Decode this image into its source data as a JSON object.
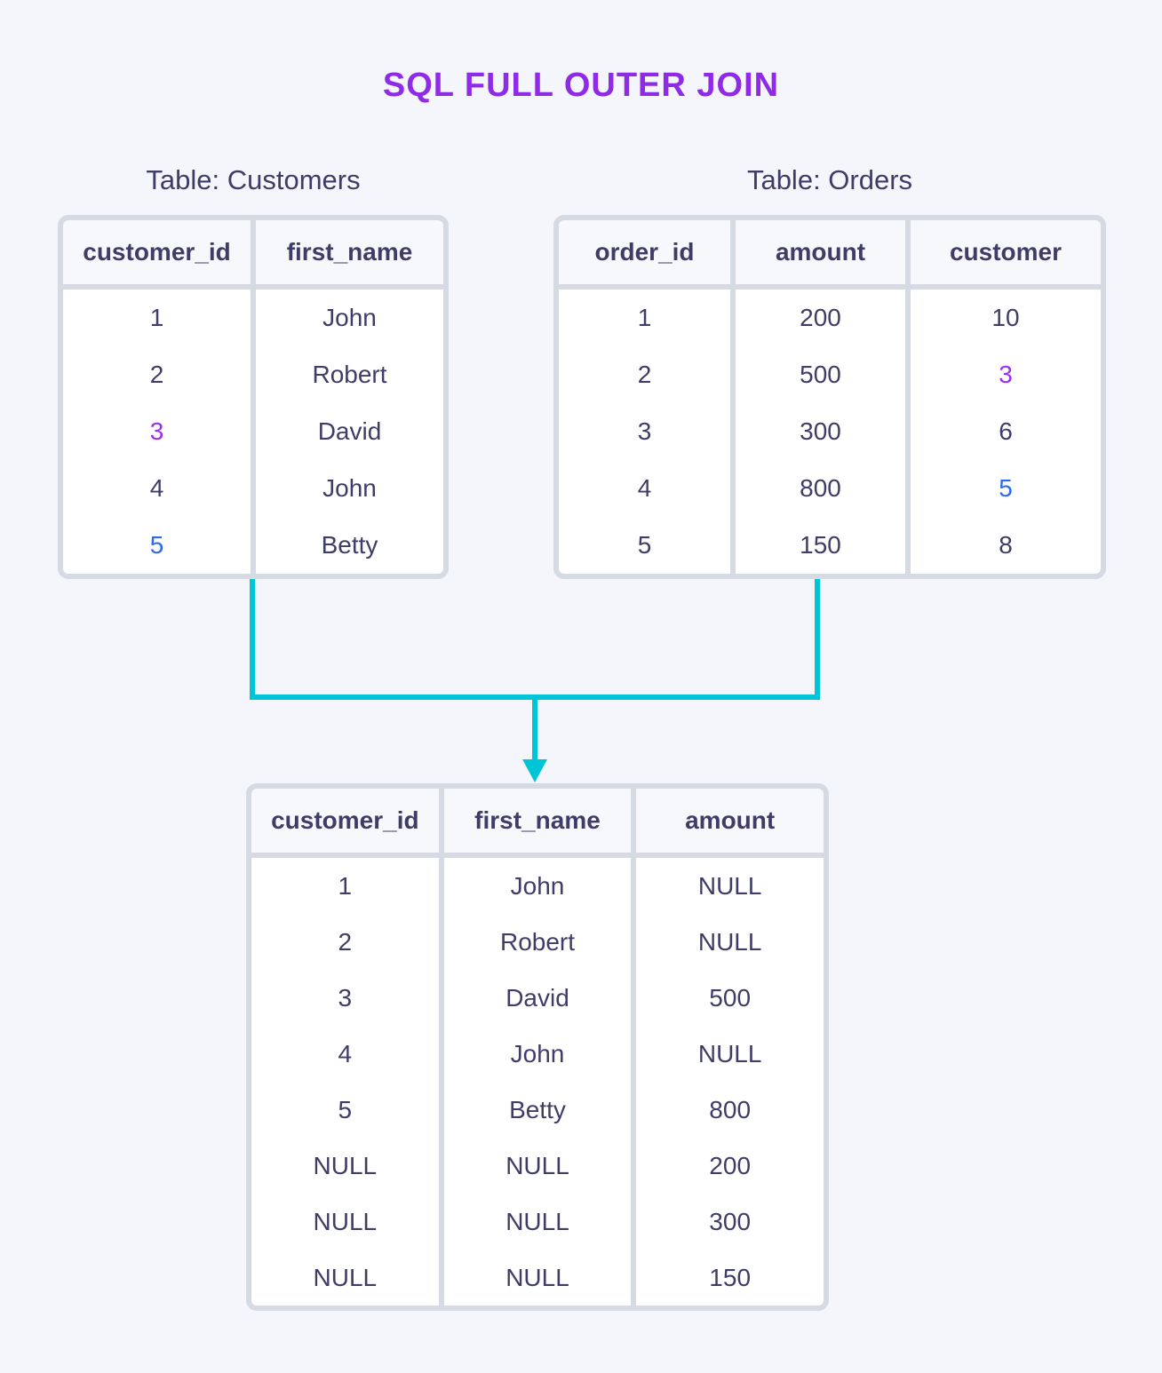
{
  "title": "SQL FULL OUTER JOIN",
  "colors": {
    "title": "#8F2BE8",
    "text": "#3F3D67",
    "highlight_purple": "#9C2DF2",
    "highlight_blue": "#2E68F6",
    "connector": "#00C5D6",
    "table_border": "#D5DAE3"
  },
  "tables": {
    "customers": {
      "caption": "Table: Customers",
      "headers": [
        "customer_id",
        "first_name"
      ],
      "rows": [
        [
          "1",
          "John"
        ],
        [
          "2",
          "Robert"
        ],
        [
          "3",
          "David"
        ],
        [
          "4",
          "John"
        ],
        [
          "5",
          "Betty"
        ]
      ],
      "highlights": {
        "2,0": "purple",
        "4,0": "blue"
      }
    },
    "orders": {
      "caption": "Table: Orders",
      "headers": [
        "order_id",
        "amount",
        "customer"
      ],
      "rows": [
        [
          "1",
          "200",
          "10"
        ],
        [
          "2",
          "500",
          "3"
        ],
        [
          "3",
          "300",
          "6"
        ],
        [
          "4",
          "800",
          "5"
        ],
        [
          "5",
          "150",
          "8"
        ]
      ],
      "highlights": {
        "1,2": "purple",
        "3,2": "blue"
      }
    },
    "result": {
      "headers": [
        "customer_id",
        "first_name",
        "amount"
      ],
      "rows": [
        [
          "1",
          "John",
          "NULL"
        ],
        [
          "2",
          "Robert",
          "NULL"
        ],
        [
          "3",
          "David",
          "500"
        ],
        [
          "4",
          "John",
          "NULL"
        ],
        [
          "5",
          "Betty",
          "800"
        ],
        [
          "NULL",
          "NULL",
          "200"
        ],
        [
          "NULL",
          "NULL",
          "300"
        ],
        [
          "NULL",
          "NULL",
          "150"
        ]
      ],
      "highlights": {}
    }
  }
}
